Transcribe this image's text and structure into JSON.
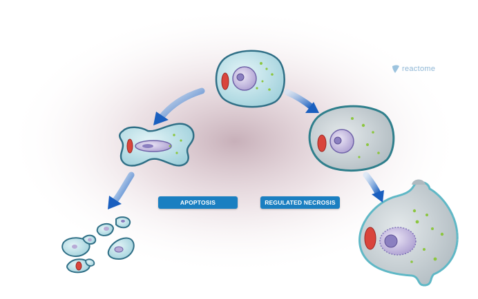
{
  "labels": {
    "apoptosis": "APOPTOSIS",
    "regulated_necrosis": "REGULATED NECROSIS"
  },
  "brand": {
    "name": "reactome",
    "icon": "reactome-logo-icon"
  },
  "colors": {
    "label_bg": "#1a7fc1",
    "label_text": "#ffffff",
    "healthy_cell": "#bfe3ea",
    "necrotic_cell": "#c9d2d6",
    "nucleus": "#b8abd6",
    "mitochondria": "#d9453c",
    "granules": "#8cc63f",
    "arrow": "#1a6fc4",
    "background_glow": "#9a6f80"
  }
}
